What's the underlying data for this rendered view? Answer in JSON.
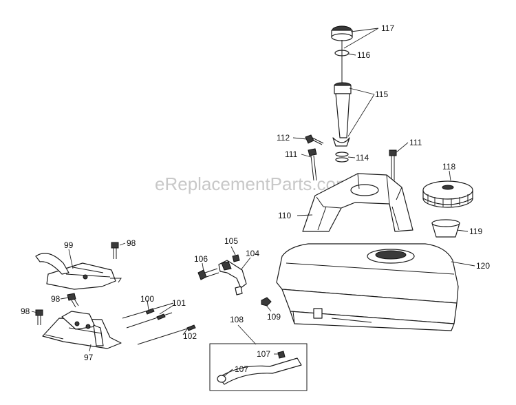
{
  "watermark": "eReplacementParts.com",
  "callouts": {
    "c117": "117",
    "c116": "116",
    "c115": "115",
    "c112": "112",
    "c114": "114",
    "c111a": "111",
    "c111b": "111",
    "c118": "118",
    "c110": "110",
    "c119": "119",
    "c120": "120",
    "c99": "99",
    "c98a": "98",
    "c105": "105",
    "c104": "104",
    "c106": "106",
    "c98b": "98",
    "c100": "100",
    "c101": "101",
    "c98c": "98",
    "c109": "109",
    "c108": "108",
    "c102": "102",
    "c97": "97",
    "c107a": "107",
    "c107b": "107"
  }
}
